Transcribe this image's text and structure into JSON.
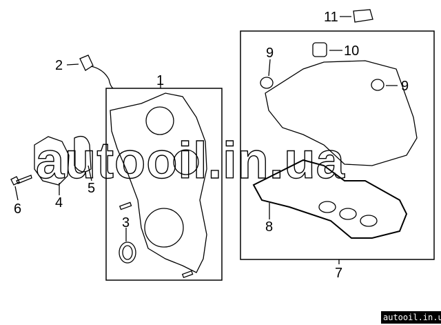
{
  "callouts": {
    "c1": "1",
    "c2": "2",
    "c3": "3",
    "c4": "4",
    "c5": "5",
    "c6": "6",
    "c7": "7",
    "c8": "8",
    "c9a": "9",
    "c9b": "9",
    "c10": "10",
    "c11": "11"
  },
  "watermark": "autooil.in.ua",
  "badge": "autooil.in.ua"
}
